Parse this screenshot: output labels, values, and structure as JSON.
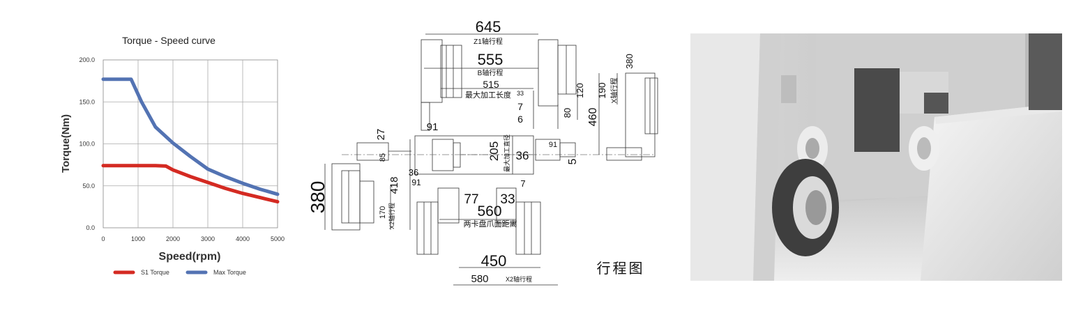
{
  "chart_data": {
    "type": "line",
    "title": "Torque - Speed curve",
    "xlabel": "Speed(rpm)",
    "ylabel": "Torque(Nm)",
    "xlim": [
      0,
      5000
    ],
    "ylim": [
      0,
      200
    ],
    "x_ticks": [
      "0",
      "1000",
      "2000",
      "3000",
      "4000",
      "5000"
    ],
    "y_ticks": [
      "0.0",
      "50.0",
      "100.0",
      "150.0",
      "200.0"
    ],
    "grid": true,
    "legend_position": "bottom",
    "series": [
      {
        "name": "S1 Torque",
        "color": "#d42a22",
        "points": [
          [
            0,
            74
          ],
          [
            500,
            74
          ],
          [
            1000,
            74
          ],
          [
            1500,
            74
          ],
          [
            1800,
            73.5
          ],
          [
            2000,
            69
          ],
          [
            2500,
            61
          ],
          [
            3000,
            54
          ],
          [
            3500,
            47
          ],
          [
            4000,
            41
          ],
          [
            4500,
            36
          ],
          [
            5000,
            31
          ]
        ]
      },
      {
        "name": "Max Torque",
        "color": "#5373b3",
        "points": [
          [
            0,
            177
          ],
          [
            500,
            177
          ],
          [
            800,
            177
          ],
          [
            1100,
            150
          ],
          [
            1500,
            120
          ],
          [
            2000,
            101
          ],
          [
            2500,
            85
          ],
          [
            3000,
            70
          ],
          [
            3500,
            61
          ],
          [
            4000,
            53
          ],
          [
            4500,
            46
          ],
          [
            5000,
            40
          ]
        ]
      }
    ]
  },
  "diagram": {
    "dim_645": "645",
    "label_z1": "Z1轴行程",
    "dim_555": "555",
    "label_b": "B轴行程",
    "dim_515": "515",
    "dim_33_top": "33",
    "label_max_len": "最大加工长度",
    "dim_380_right": "380",
    "label_x_axis": "X轴行程",
    "dim_190": "190",
    "dim_120": "120",
    "dim_7_top": "7",
    "dim_80": "80",
    "dim_460": "460",
    "dim_6": "6",
    "dim_27": "27",
    "dim_91_top": "91",
    "dim_205": "205",
    "label_max_dia": "最大加工直径",
    "dim_36_mid": "36",
    "dim_91_right": "91",
    "dim_5": "5",
    "dim_85": "85",
    "dim_36_left": "36",
    "dim_418": "418",
    "dim_91_bottom": "91",
    "dim_7_bottom": "7",
    "dim_77": "77",
    "dim_33_bottom": "33",
    "dim_380_left": "380",
    "dim_170": "170",
    "label_x2": "X2轴行程",
    "dim_560": "560",
    "label_chuck": "两卡盘爪面距离",
    "dim_450": "450",
    "dim_580": "580",
    "label_x2_bottom": "X2轴行程",
    "caption": "行程图"
  }
}
